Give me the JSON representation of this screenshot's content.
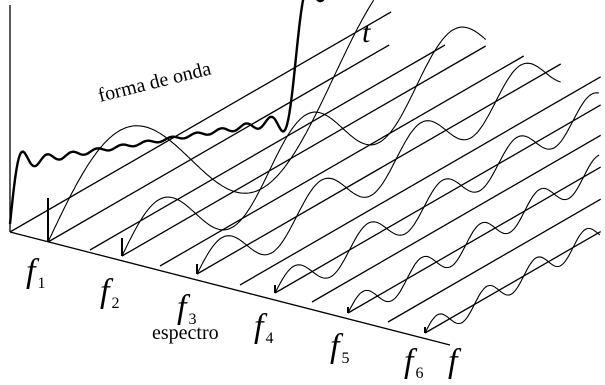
{
  "labels": {
    "waveform": "forma de onda",
    "time_axis": "t",
    "freq_axis": "f",
    "spectrum": "espectro"
  },
  "harmonics": [
    {
      "name": "f",
      "sub": "1"
    },
    {
      "name": "f",
      "sub": "2"
    },
    {
      "name": "f",
      "sub": "3"
    },
    {
      "name": "f",
      "sub": "4"
    },
    {
      "name": "f",
      "sub": "5"
    },
    {
      "name": "f",
      "sub": "6"
    }
  ]
}
